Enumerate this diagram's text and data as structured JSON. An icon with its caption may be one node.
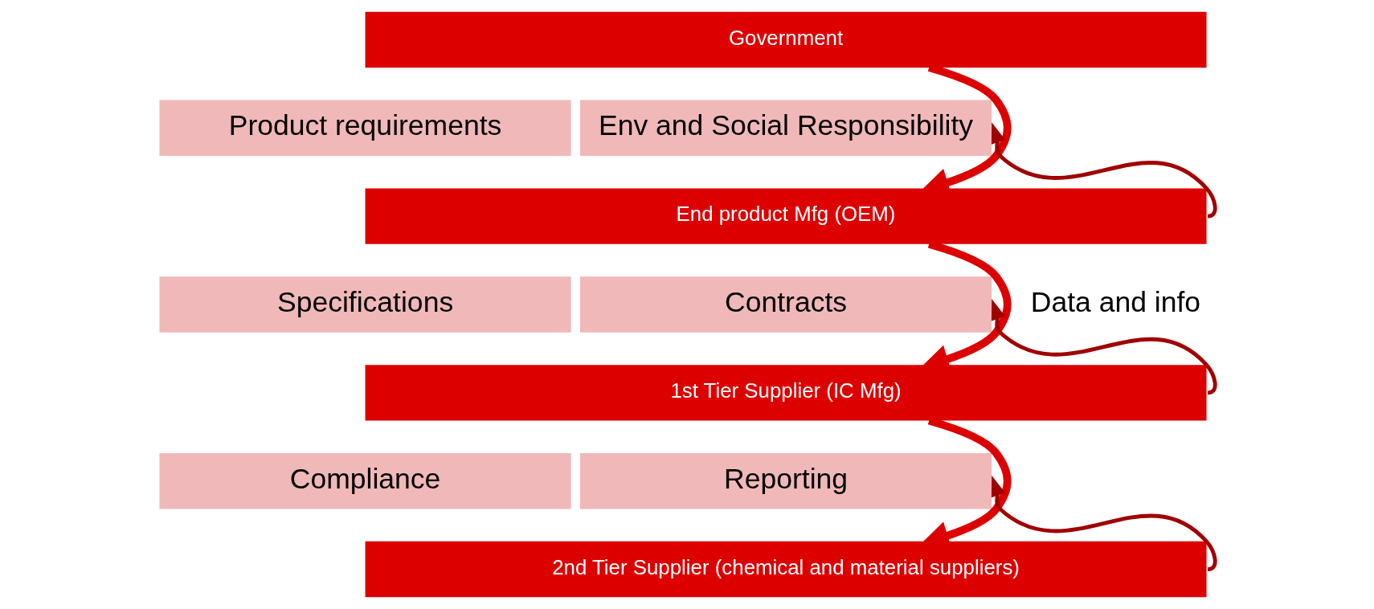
{
  "diagram": {
    "nodes": [
      {
        "text": [
          "Government"
        ]
      },
      {
        "text": [
          "Product requirements"
        ]
      },
      {
        "text": [
          "Env and Social Responsibility"
        ]
      },
      {
        "text": [
          "End product Mfg (OEM)"
        ]
      },
      {
        "text": [
          "Specifications"
        ]
      },
      {
        "text": [
          "Contracts"
        ]
      },
      {
        "text": [
          "1st Tier Supplier (IC Mfg)"
        ]
      },
      {
        "text": [
          "Compliance"
        ]
      },
      {
        "text": [
          "Reporting"
        ]
      },
      {
        "text": [
          "2nd Tier Supplier (chemical and material suppliers)"
        ]
      }
    ],
    "edges": [
      {
        "from": 0,
        "to": 3,
        "arrow": "to",
        "style": "thick"
      },
      {
        "from": 3,
        "to": 6,
        "arrow": "to",
        "style": "thick"
      },
      {
        "from": 6,
        "to": 9,
        "arrow": "to",
        "style": "thick"
      },
      {
        "from": 3,
        "to": 2,
        "arrow": "to",
        "color": "#a00000"
      },
      {
        "from": 6,
        "to": 5,
        "arrow": "to",
        "color": "#a00000"
      },
      {
        "from": 9,
        "to": 8,
        "arrow": "to",
        "color": "#a00000"
      }
    ],
    "labels": [
      "Data and info"
    ]
  }
}
